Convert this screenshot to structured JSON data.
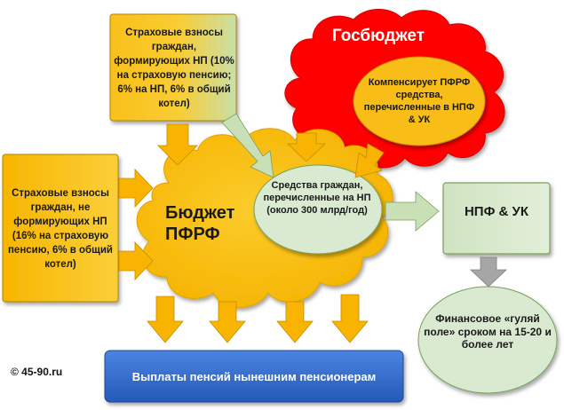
{
  "diagram": {
    "insured_np": {
      "text": "Страховые взносы граждан, формирующих НП (10% на страховую пенсию; 6% на НП, 6% в общий котел)"
    },
    "insured_no_np": {
      "text": "Страховые взносы граждан, не формирующих НП (16% на страховую пенсию, 6% в общий котел)"
    },
    "gosbudget": {
      "title": "Госбюджет",
      "compensation": "Компенсирует ПФРФ средства, перечисленные в НПФ & УК"
    },
    "pfr_budget": {
      "title": "Бюджет ПФРФ"
    },
    "funds_transferred": {
      "text": "Средства граждан, перечисленные на НП (около 300 млрд/год)"
    },
    "npf_uk": {
      "text": "НПФ & УК"
    },
    "financial_field": {
      "text": "Финансовое «гуляй поле» сроком на 15-20 и более лет"
    },
    "payments": {
      "text": "Выплаты пенсий нынешним пенсионерам"
    },
    "copyright": {
      "text": "© 45-90.ru"
    },
    "colors": {
      "orange_fill": "#f9c01a",
      "orange_arrow": "#f8b400",
      "red_cloud": "#ff0000",
      "green_fill": "#d9ead1",
      "blue_bar": "#2f68c9",
      "gray_arrow": "#a6a6a6"
    }
  }
}
